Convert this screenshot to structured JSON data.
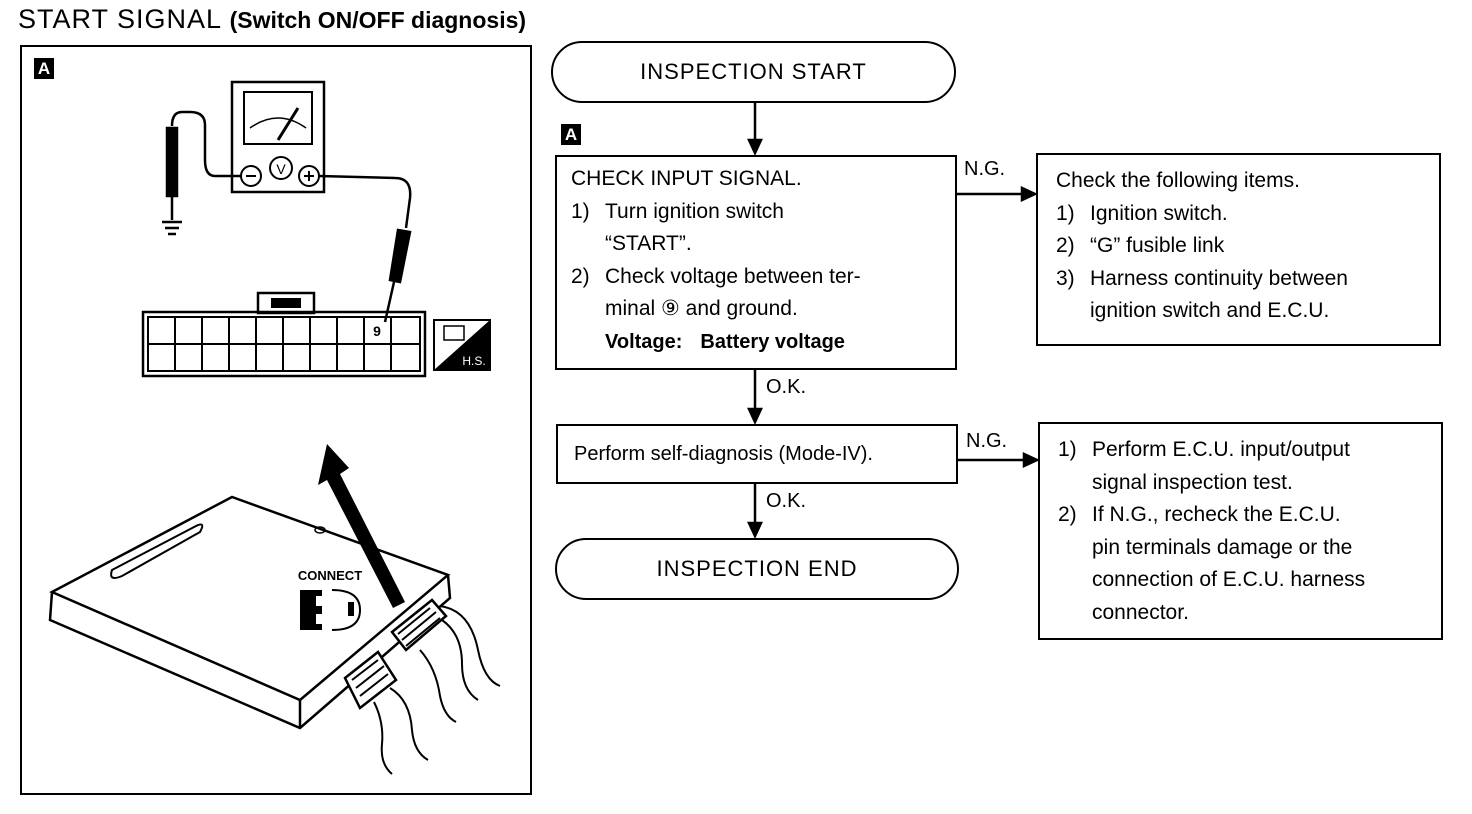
{
  "title": {
    "main": "START  SIGNAL",
    "sub": "(Switch ON/OFF diagnosis)"
  },
  "panel": {
    "tag": "A",
    "terminal_number": "9",
    "harness_side_label": "H.S.",
    "connect_label": "CONNECT",
    "meter_label": "V"
  },
  "flow": {
    "start": "INSPECTION  START",
    "tag": "A",
    "check": {
      "heading": "CHECK  INPUT  SIGNAL.",
      "step1_num": "1)",
      "step1_a": "Turn ignition switch",
      "step1_b": "“START”.",
      "step2_num": "2)",
      "step2_a": "Check voltage between ter-",
      "step2_b": "minal ⑨ and ground.",
      "voltage_label": "Voltage:",
      "voltage_value": "Battery voltage"
    },
    "ng1": "N.G.",
    "ok1": "O.K.",
    "followup": {
      "heading": "Check the following items.",
      "items": [
        {
          "num": "1)",
          "lines": [
            "Ignition switch."
          ]
        },
        {
          "num": "2)",
          "lines": [
            "“G” fusible link"
          ]
        },
        {
          "num": "3)",
          "lines": [
            "Harness continuity between",
            "ignition switch and E.C.U."
          ]
        }
      ]
    },
    "self_diag": "Perform self-diagnosis (Mode-IV).",
    "ng2": "N.G.",
    "ok2": "O.K.",
    "ecu_check": {
      "items": [
        {
          "num": "1)",
          "lines": [
            "Perform E.C.U. input/output",
            "signal inspection test."
          ]
        },
        {
          "num": "2)",
          "lines": [
            "If N.G., recheck the E.C.U.",
            "pin terminals damage or the",
            "connection of E.C.U. harness",
            "connector."
          ]
        }
      ]
    },
    "end": "INSPECTION  END"
  }
}
